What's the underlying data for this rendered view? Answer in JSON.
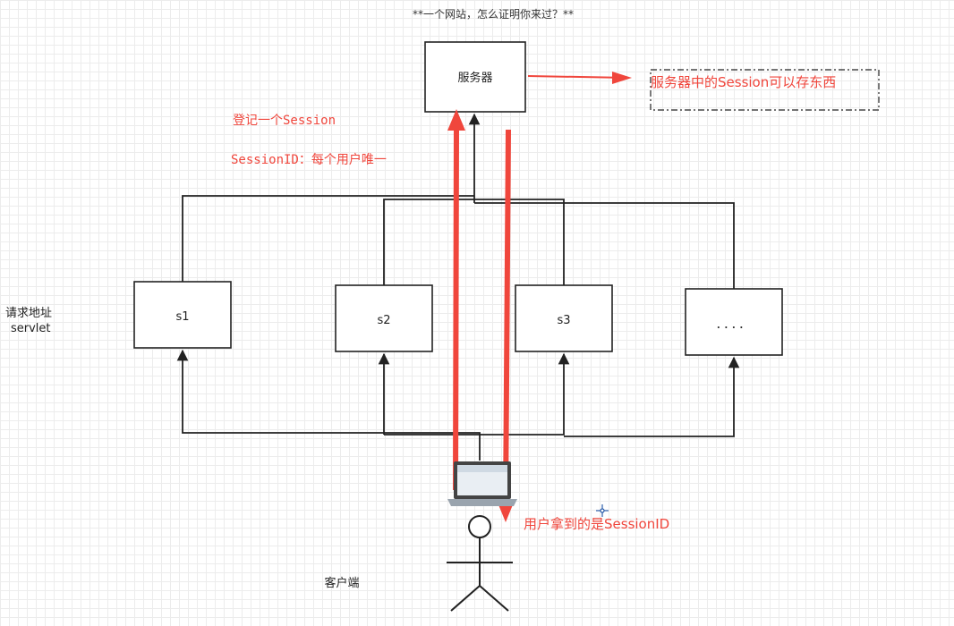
{
  "title": "**一个网站，怎么证明你来过？**",
  "server": {
    "label": "服务器"
  },
  "servlets": [
    {
      "label": "s1"
    },
    {
      "label": "s2"
    },
    {
      "label": "s3"
    },
    {
      "label": "．．．．"
    }
  ],
  "side_label": {
    "line1": "请求地址",
    "line2": "servlet"
  },
  "client": {
    "label": "客户端"
  },
  "notes": {
    "register_session": "登记一个Session",
    "session_id_unique": "SessionID：每个用户唯一",
    "server_storage": "服务器中的Session可以存东西",
    "user_gets": "用户拿到的是SessionID"
  },
  "colors": {
    "line": "#222222",
    "accent_red": "#f0463c"
  }
}
